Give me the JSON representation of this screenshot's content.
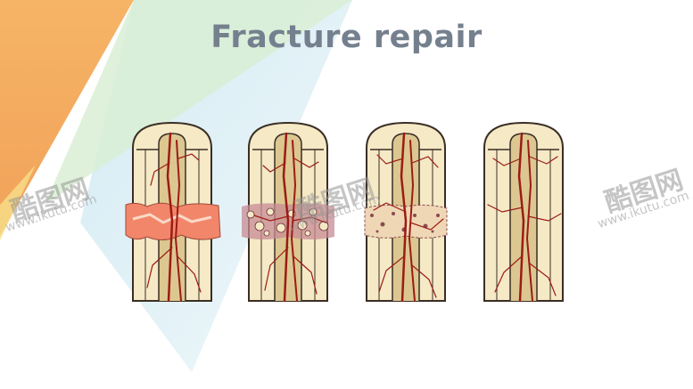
{
  "slide": {
    "title": "Fracture repair",
    "colors": {
      "title": "#75808f",
      "bone": "#f5e9c6",
      "marrow": "#dcc791",
      "outline": "#3a2e25",
      "vessel": "#9b1c14",
      "hematoma": "#f2866a",
      "callus": "#8b4a52"
    }
  },
  "watermark": {
    "brand": "酷图网",
    "url": "www.ikutu.com"
  }
}
